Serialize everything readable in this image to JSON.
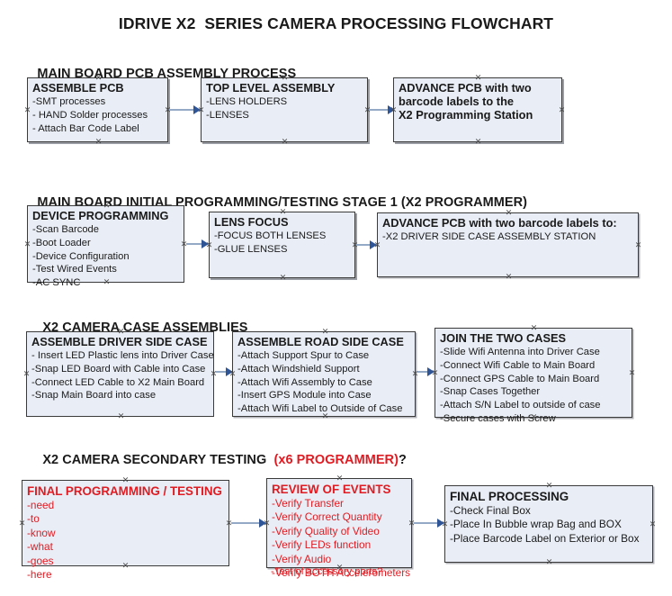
{
  "document": {
    "title": "IDRIVE X2  SERIES CAMERA PROCESSING FLOWCHART"
  },
  "colors": {
    "box_fill": "#e9eef6",
    "box_border": "#3a3a3a",
    "connector_line": "#93a9c6",
    "connector_head": "#2f5597",
    "red_text": "#e01b22",
    "black_text": "#1a1a1a",
    "background": "#ffffff"
  },
  "sections": [
    {
      "heading": "MAIN BOARD PCB ASSEMBLY PROCESS",
      "heading_red": "",
      "heading_tail": "",
      "nodes": [
        {
          "title": "ASSEMBLE PCB",
          "lines": [
            "-SMT processes",
            "- HAND Solder processes",
            "- Attach Bar Code Label"
          ]
        },
        {
          "title": "TOP LEVEL ASSEMBLY",
          "lines": [
            "-LENS HOLDERS",
            "-LENSES"
          ]
        },
        {
          "title": "ADVANCE PCB with two",
          "lines": [
            "barcode labels to the",
            "X2 Programming Station"
          ]
        }
      ]
    },
    {
      "heading": "MAIN BOARD INITIAL PROGRAMMING/TESTING STAGE 1 (X2 PROGRAMMER)",
      "heading_red": "",
      "heading_tail": "",
      "nodes": [
        {
          "title": "DEVICE PROGRAMMING",
          "lines": [
            "-Scan Barcode",
            "-Boot Loader",
            "-Device Configuration",
            "-Test Wired Events",
            "-AC SYNC"
          ]
        },
        {
          "title": "LENS FOCUS",
          "lines": [
            "-FOCUS BOTH LENSES",
            "-GLUE LENSES"
          ]
        },
        {
          "title": "ADVANCE PCB with two barcode labels to:",
          "lines": [
            "-X2 DRIVER  SIDE  CASE  ASSEMBLY STATION"
          ]
        }
      ]
    },
    {
      "heading": "X2 CAMERA CASE ASSEMBLIES",
      "heading_red": "",
      "heading_tail": "",
      "nodes": [
        {
          "title": "ASSEMBLE DRIVER SIDE CASE",
          "lines": [
            "- Insert LED Plastic lens into Driver Case",
            "-Snap LED Board with Cable into Case",
            "-Connect LED Cable to X2 Main Board",
            "-Snap Main Board into case"
          ]
        },
        {
          "title": "ASSEMBLE ROAD SIDE CASE",
          "lines": [
            "-Attach Support Spur to Case",
            "-Attach Windshield Support",
            "-Attach Wifi Assembly to Case",
            "-Insert GPS Module into Case",
            "-Attach Wifi Label to Outside of Case"
          ]
        },
        {
          "title": "JOIN THE TWO CASES",
          "lines": [
            "-Slide Wifi Antenna into Driver Case",
            "-Connect Wifi Cable to Main Board",
            "-Connect GPS Cable to Main Board",
            "-Snap Cases Together",
            "-Attach S/N Label to outside of case",
            "-Secure cases with Screw"
          ]
        }
      ]
    },
    {
      "heading": "X2 CAMERA SECONDARY TESTING  ",
      "heading_red": "(x6 PROGRAMMER)",
      "heading_tail": "?",
      "nodes": [
        {
          "title": "FINAL PROGRAMMING / TESTING",
          "lines": [
            "-need",
            "-to",
            "-know",
            "-what",
            "-goes",
            "-here"
          ]
        },
        {
          "title": "REVIEW OF EVENTS",
          "lines": [
            "-Verify Transfer",
            "-Verify Correct Quantity",
            "-Verify Quality of Video",
            "-Verify LEDs function",
            "-Verify Audio",
            "-Verify BOTH Accelerometers"
          ],
          "overflow_line": "-Test of accessory ports?"
        },
        {
          "title": "FINAL PROCESSING",
          "lines": [
            " -Check Final Box",
            "-Place In Bubble wrap Bag and BOX",
            "-Place Barcode Label on Exterior or Box"
          ]
        }
      ]
    }
  ]
}
